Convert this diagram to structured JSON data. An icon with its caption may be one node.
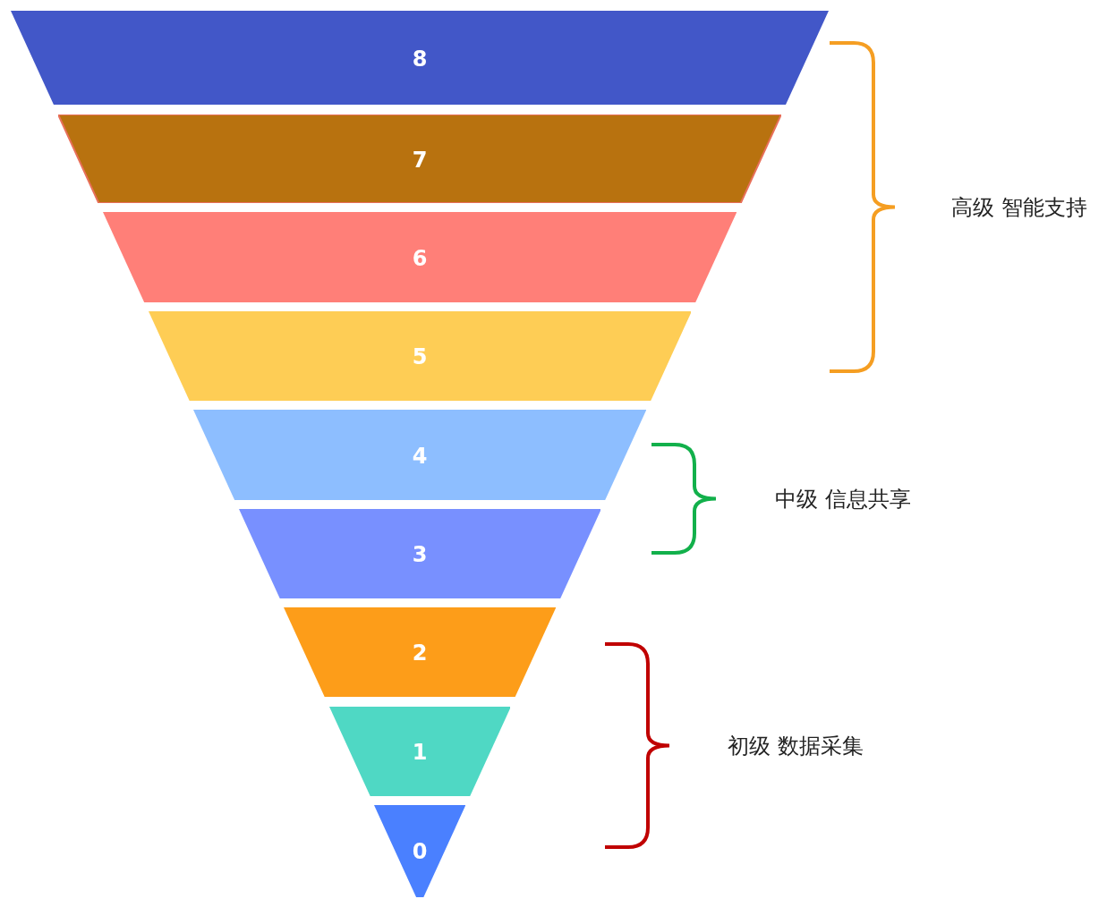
{
  "diagram": {
    "nodes": [
      {
        "text": [
          "8"
        ]
      },
      {
        "text": [
          "7"
        ]
      },
      {
        "text": [
          "6"
        ]
      },
      {
        "text": [
          "5"
        ]
      },
      {
        "text": [
          "4"
        ]
      },
      {
        "text": [
          "3"
        ]
      },
      {
        "text": [
          "2"
        ]
      },
      {
        "text": [
          "1"
        ]
      },
      {
        "text": [
          "0"
        ]
      }
    ],
    "labels": [
      "高级 智能支持",
      "中级 信息共享",
      "初级 数据采集"
    ]
  }
}
